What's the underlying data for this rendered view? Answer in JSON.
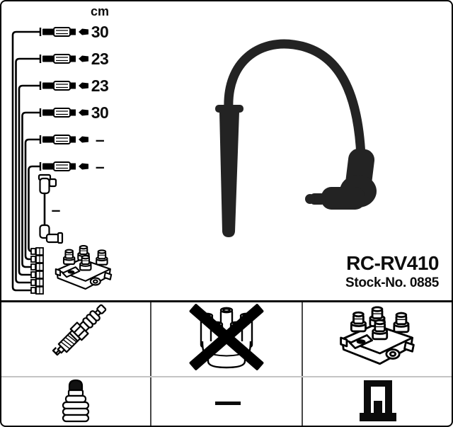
{
  "product": {
    "code": "RC-RV410",
    "stock_no": "Stock-No. 0885"
  },
  "diagram": {
    "unit_header": "cm",
    "cable_lengths": [
      "30",
      "23",
      "23",
      "30",
      "–",
      "–"
    ],
    "coil_wire_length": "–"
  },
  "compatibility_grid": {
    "row1_icons": [
      "spark-plug",
      "distributor-cap-crossed-out",
      "ignition-coil"
    ],
    "row2_icons": [
      "plug-terminal-cap",
      "dash",
      "stud-terminal"
    ]
  },
  "colors": {
    "ink": "#000000",
    "photo_black": "#232323",
    "grid_divider_dark": "#474747",
    "grid_divider_light": "#c4c4c4"
  }
}
